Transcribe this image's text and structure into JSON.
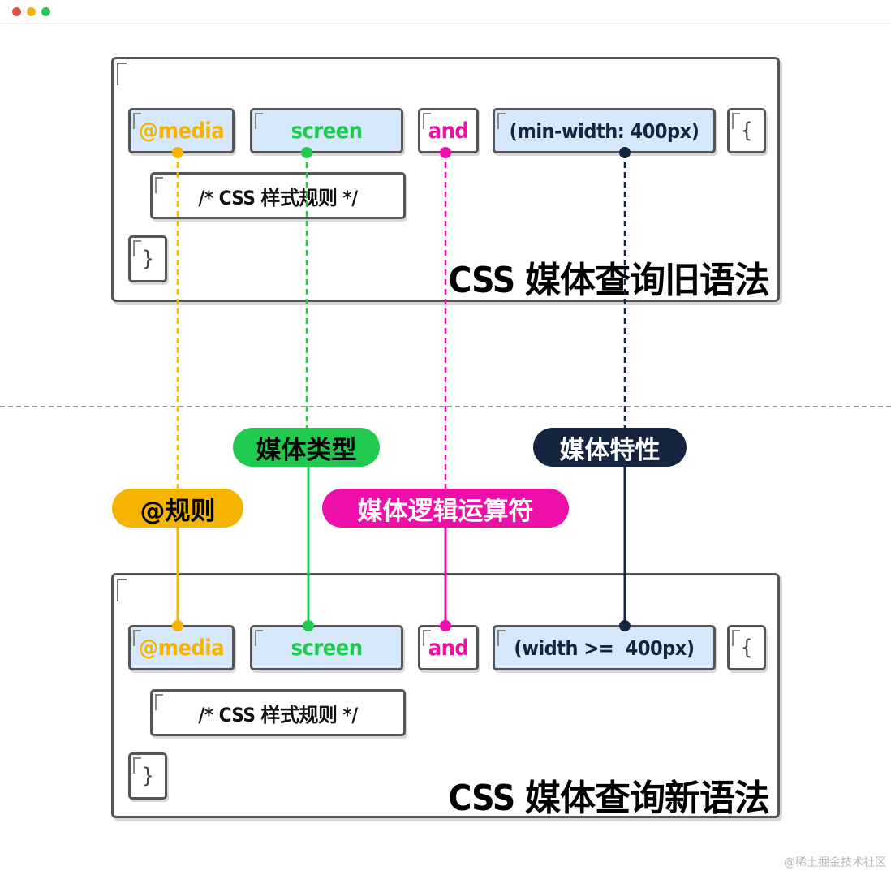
{
  "window": {
    "controls": [
      "close",
      "minimize",
      "maximize"
    ]
  },
  "colors": {
    "at_rule": "#f5b400",
    "media_type": "#22c94f",
    "logic_operator": "#ee0fa9",
    "media_feature": "#15253f",
    "token_fill": "#d6e8fb",
    "border": "#555555"
  },
  "old_syntax": {
    "heading": "CSS 媒体查询旧语法",
    "tokens": {
      "at_rule": "@media",
      "media_type": "screen",
      "operator": "and",
      "feature": "(min-width: 400px)",
      "open_brace": "{",
      "rule_body": "/* CSS 样式规则 */",
      "close_brace": "}"
    }
  },
  "new_syntax": {
    "heading": "CSS 媒体查询新语法",
    "tokens": {
      "at_rule": "@media",
      "media_type": "screen",
      "operator": "and",
      "feature": "(width >=  400px)",
      "open_brace": "{",
      "rule_body": "/* CSS 样式规则 */",
      "close_brace": "}"
    }
  },
  "labels": {
    "at_rule": "@规则",
    "media_type": "媒体类型",
    "logic_operator": "媒体逻辑运算符",
    "media_feature": "媒体特性"
  },
  "watermark": "@稀土掘金技术社区"
}
